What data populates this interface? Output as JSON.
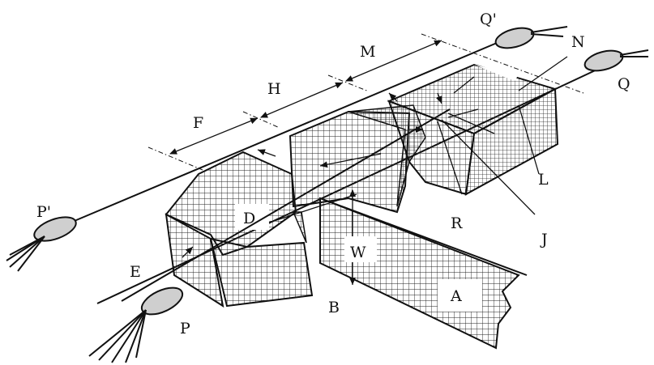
{
  "labels": {
    "Q_prime": "Q'",
    "N": "N",
    "Q": "Q",
    "M": "M",
    "H": "H",
    "F": "F",
    "L": "L",
    "P_prime": "P'",
    "D": "D",
    "R": "R",
    "J": "J",
    "W": "W",
    "E": "E",
    "A": "A",
    "B": "B",
    "P": "P"
  },
  "colors": {
    "ink": "#111111",
    "background": "#ffffff",
    "float_fill": "#cfcfcf"
  }
}
